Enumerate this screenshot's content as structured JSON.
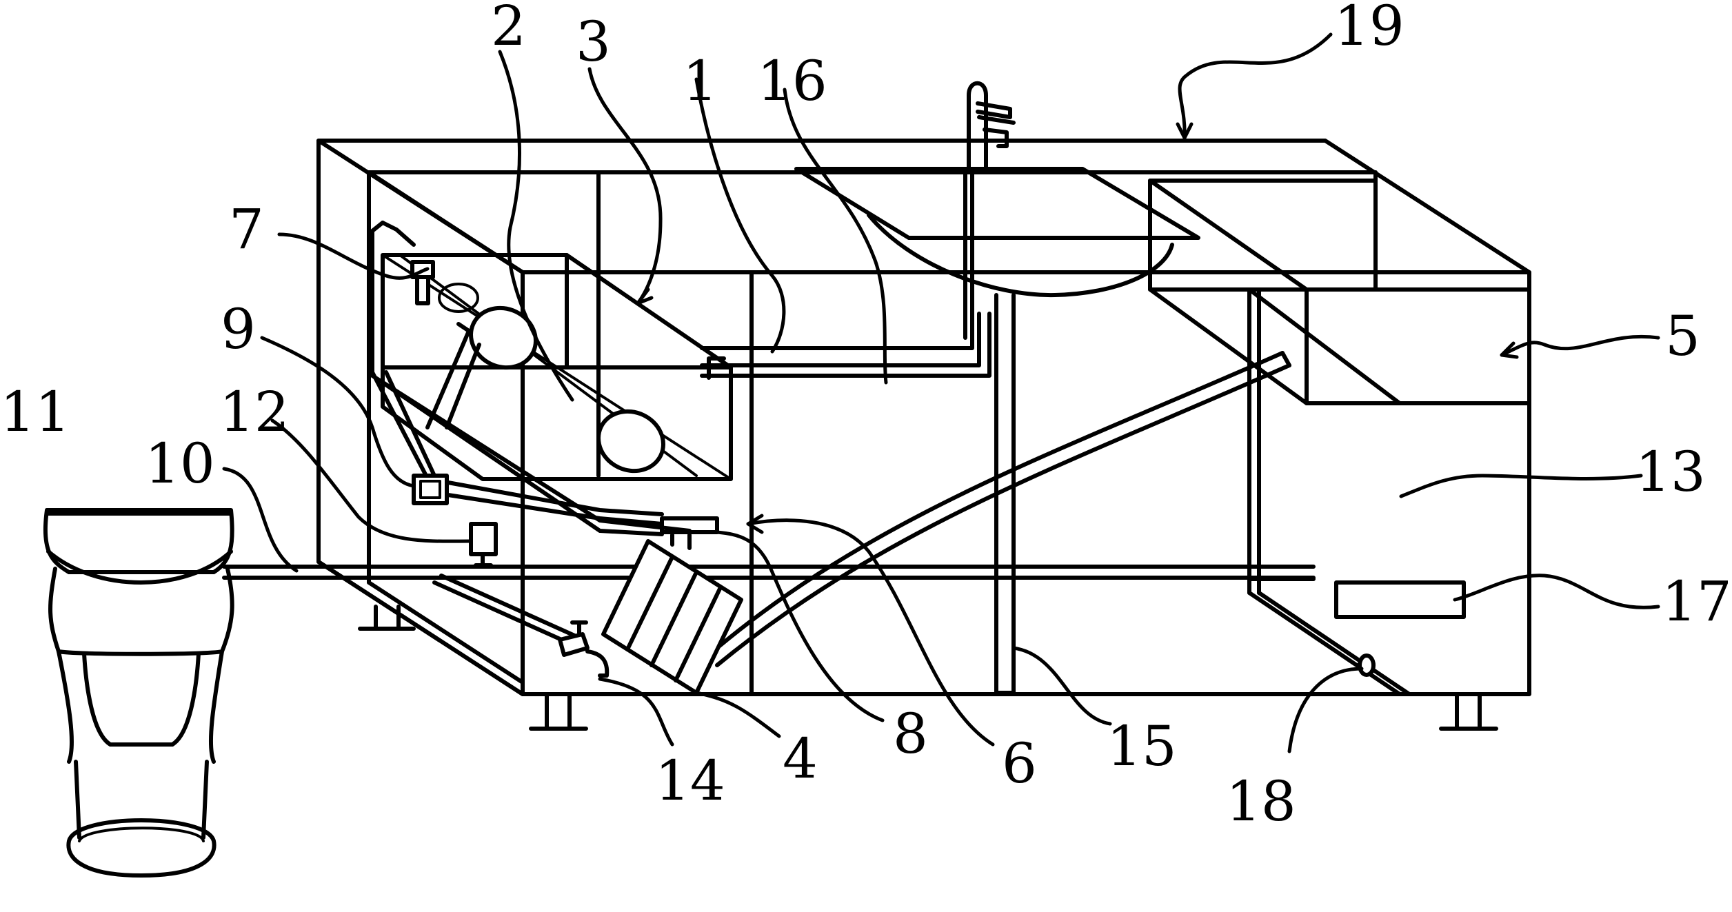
{
  "figure": {
    "labels": {
      "l1": "1",
      "l2": "2",
      "l3": "3",
      "l4": "4",
      "l5": "5",
      "l6": "6",
      "l7": "7",
      "l8": "8",
      "l9": "9",
      "l10": "10",
      "l11": "11",
      "l12": "12",
      "l13": "13",
      "l14": "14",
      "l15": "15",
      "l16": "16",
      "l17": "17",
      "l18": "18",
      "l19": "19"
    }
  }
}
